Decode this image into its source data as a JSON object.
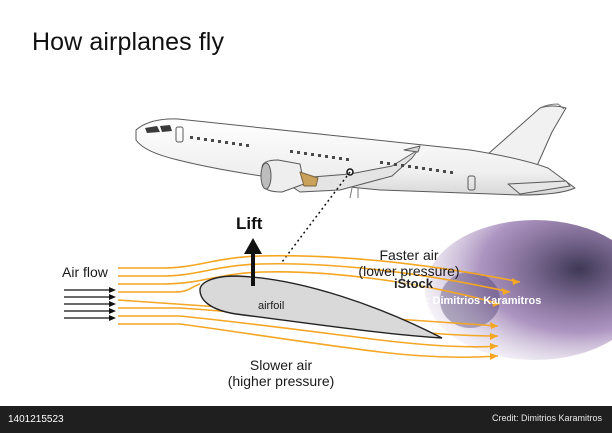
{
  "title": "How airplanes fly",
  "labels": {
    "lift": "Lift",
    "air_flow": "Air flow",
    "faster_air_line1": "Faster air",
    "faster_air_line2": "(lower pressure)",
    "slower_air_line1": "Slower air",
    "slower_air_line2": "(higher pressure)",
    "airfoil": "airfoil"
  },
  "watermark": {
    "brand": "iStock",
    "author_line": "Credit: Dimitrios Karamitros"
  },
  "footer": {
    "image_id": "1401215523",
    "credit": "Credit: Dimitrios Karamitros"
  },
  "colors": {
    "airflow_lines": "#f5a623",
    "airfoil_fill": "#d9d9d9",
    "airfoil_stroke": "#222222",
    "arrow": "#111111",
    "plane_body": "#f4f4f4",
    "plane_outline": "#555555",
    "footer_bg": "#1f1f1f"
  },
  "icons": {
    "airplane": "airplane-illustration",
    "lift_arrow": "up-arrow-icon",
    "flow_arrows": "right-arrow-icon"
  }
}
